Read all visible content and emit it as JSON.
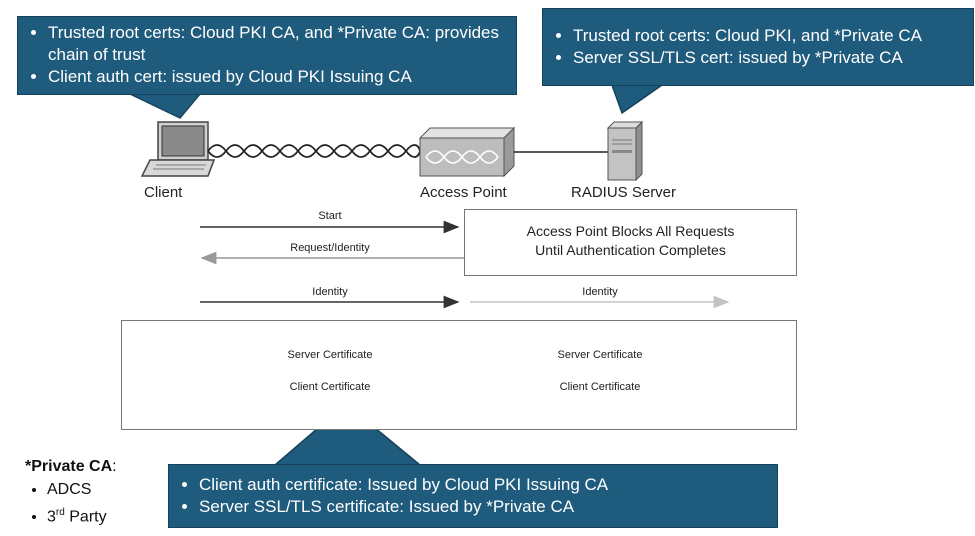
{
  "callouts": {
    "client": {
      "items": [
        "Trusted root certs: Cloud PKI CA, and *Private CA: provides chain of trust",
        "Client auth cert: issued by Cloud PKI Issuing CA"
      ]
    },
    "server": {
      "items": [
        "Trusted root certs: Cloud PKI, and *Private CA",
        "Server SSL/TLS cert: issued by *Private CA"
      ]
    },
    "exchange": {
      "items": [
        "Client auth certificate:  Issued by Cloud PKI Issuing CA",
        "Server SSL/TLS certificate: Issued by *Private CA"
      ]
    }
  },
  "nodes": {
    "client": "Client",
    "access_point": "Access Point",
    "radius": "RADIUS Server"
  },
  "messages": {
    "start": "Start",
    "request_identity": "Request/Identity",
    "identity_left": "Identity",
    "identity_right": "Identity",
    "server_cert_left": "Server Certificate",
    "server_cert_right": "Server Certificate",
    "client_cert_left": "Client Certificate",
    "client_cert_right": "Client Certificate"
  },
  "block_notice": {
    "line1": "Access Point Blocks All Requests",
    "line2": "Until Authentication Completes"
  },
  "legend": {
    "title": "*Private CA",
    "colon": ":",
    "items": [
      "ADCS",
      "3",
      "rd",
      " Party"
    ]
  },
  "colors": {
    "callout_fill": "#1f5b7c",
    "dark_arrow": "#333333",
    "light_arrow": "#bbbbbb"
  }
}
